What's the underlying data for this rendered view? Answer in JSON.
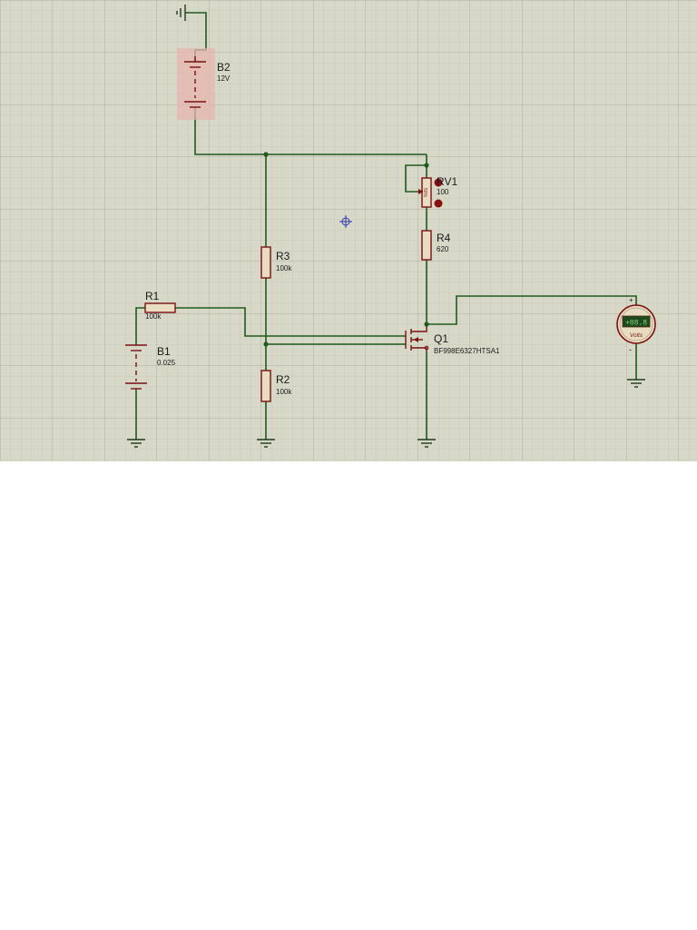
{
  "colors": {
    "canvas": "#d8d8c8",
    "grid_minor": "#c4c4b2",
    "grid_major": "#b2b2a0",
    "wire": "#1f5a1f",
    "component": "#7a1010",
    "component_body": "#e8dcc2",
    "highlight": "#e8b8b0",
    "meter_display": "#2c8a2c"
  },
  "components": {
    "b2": {
      "ref": "B2",
      "value": "12V",
      "icon": "battery-icon"
    },
    "rv1": {
      "ref": "RV1",
      "value": "100",
      "icon": "potentiometer-icon"
    },
    "r4": {
      "ref": "R4",
      "value": "620",
      "icon": "resistor-icon"
    },
    "r3": {
      "ref": "R3",
      "value": "100k",
      "icon": "resistor-icon"
    },
    "r2": {
      "ref": "R2",
      "value": "100k",
      "icon": "resistor-icon"
    },
    "r1": {
      "ref": "R1",
      "value": "100k",
      "icon": "resistor-icon"
    },
    "b1": {
      "ref": "B1",
      "value": "0.025",
      "icon": "battery-icon"
    },
    "q1": {
      "ref": "Q1",
      "value": "BF998E6327HTSA1",
      "icon": "mosfet-icon"
    },
    "voltmeter": {
      "reading": "+88.8",
      "unit_label": "Volts",
      "plus_label": "+",
      "minus_label": "-",
      "icon": "voltmeter-icon"
    }
  }
}
